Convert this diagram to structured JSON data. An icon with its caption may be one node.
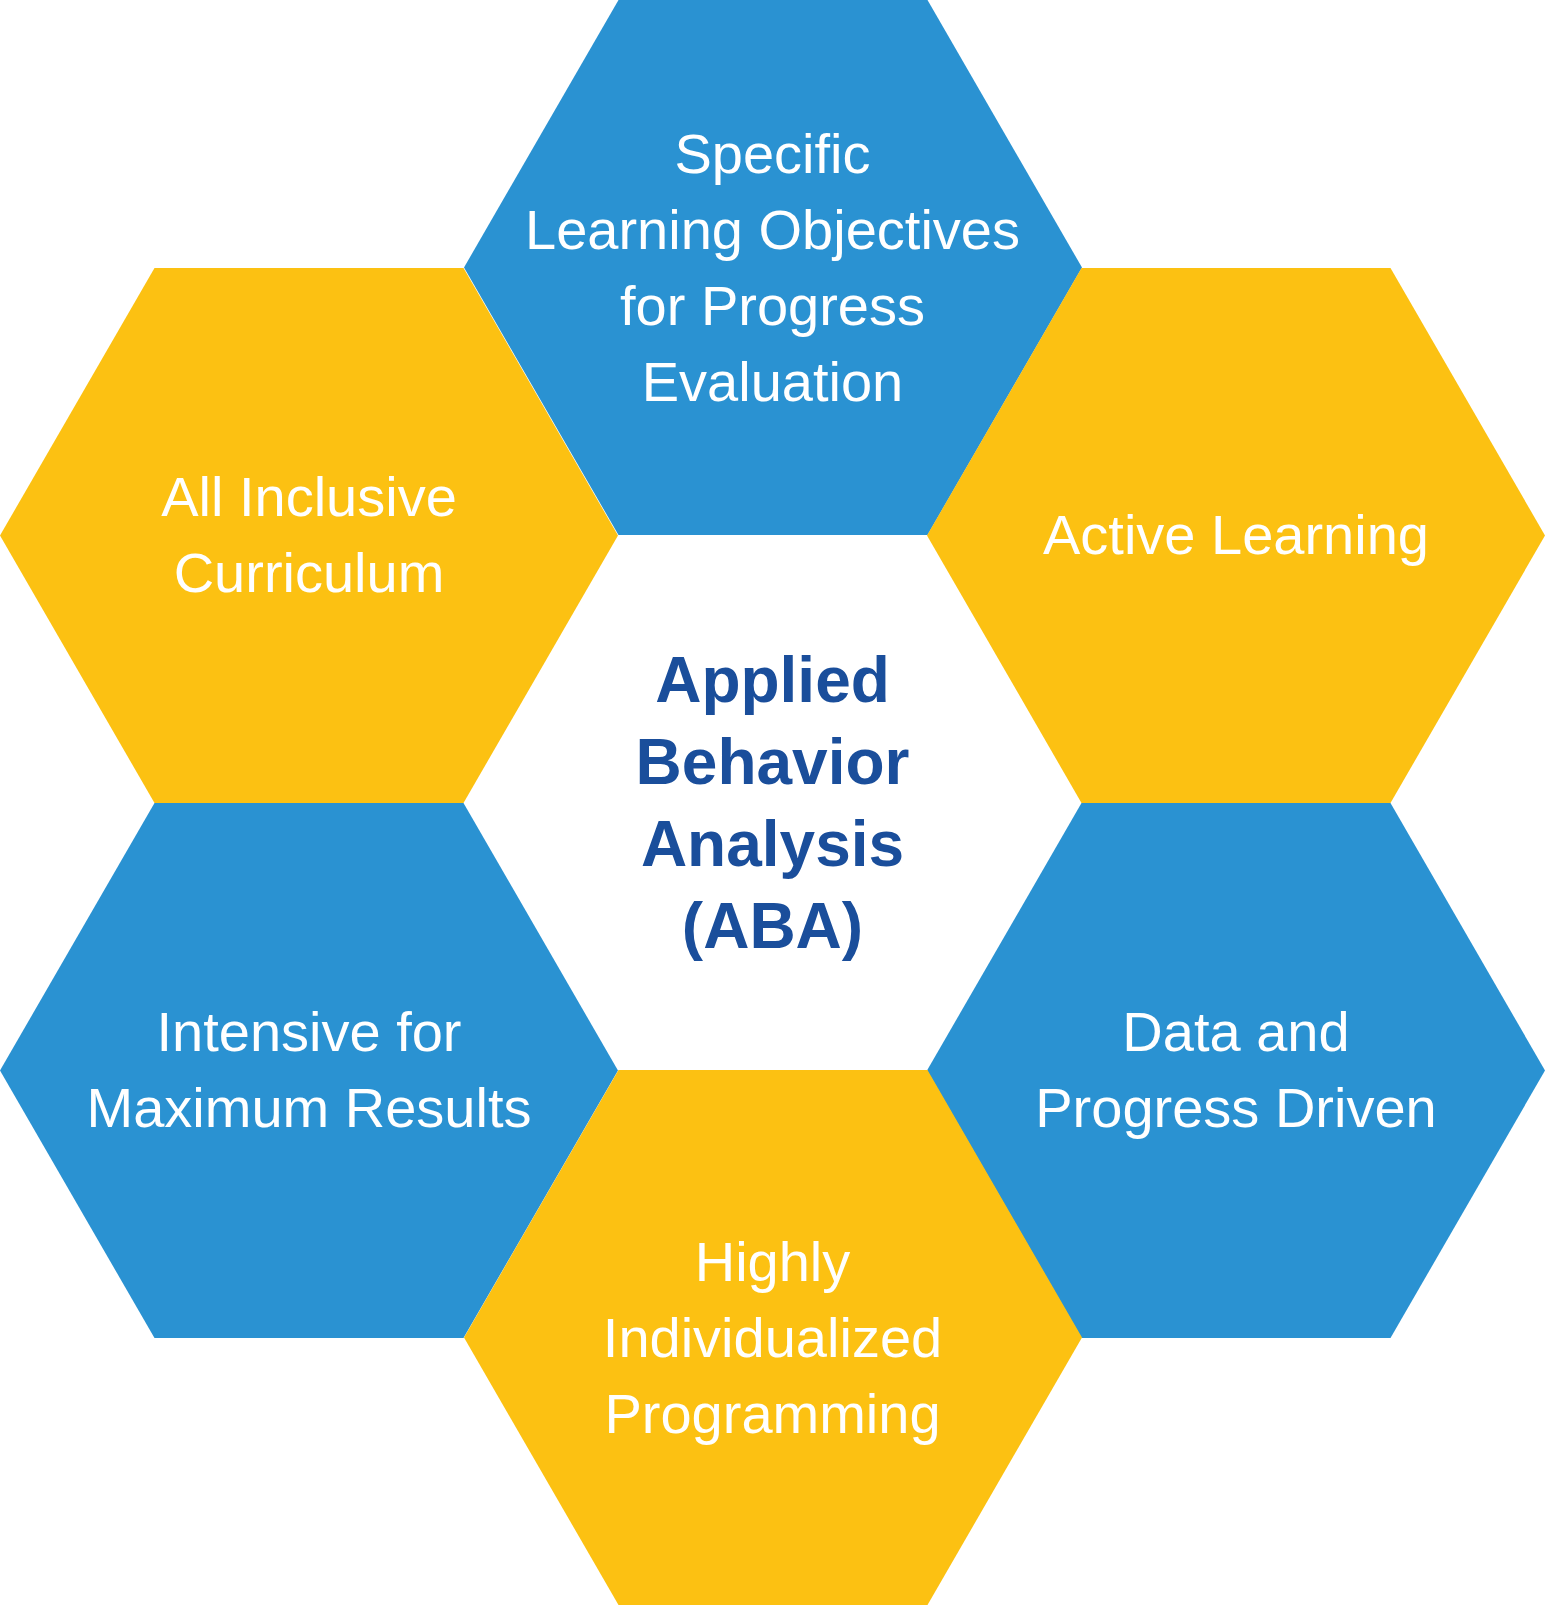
{
  "diagram": {
    "nodes": [
      {
        "text": [
          "Specific Learning Objectives for Progress Evaluation"
        ]
      },
      {
        "text": [
          "All Inclusive Curriculum"
        ]
      },
      {
        "text": [
          "Active Learning"
        ]
      },
      {
        "text": [
          "Applied Behavior Analysis (ABA)"
        ]
      },
      {
        "text": [
          "Intensive for Maximum Results"
        ]
      },
      {
        "text": [
          "Data and Progress Driven"
        ]
      },
      {
        "text": [
          "Highly Individualized Programming"
        ]
      }
    ]
  }
}
